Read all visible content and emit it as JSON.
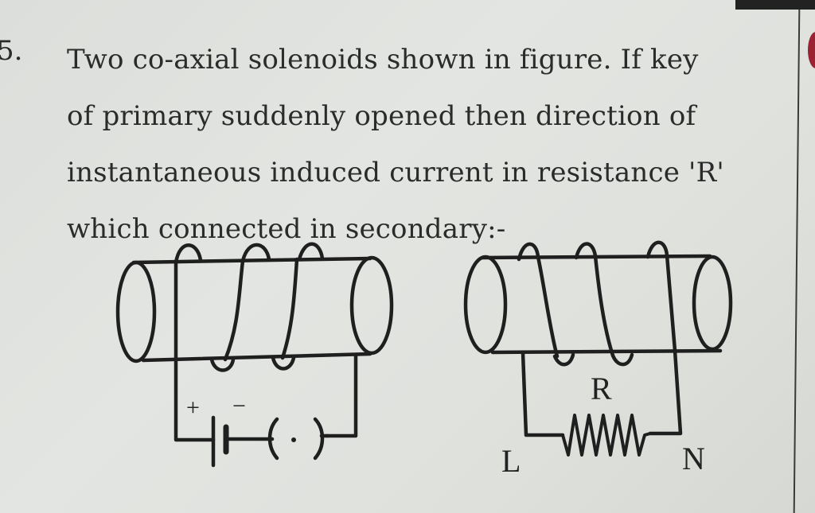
{
  "question": {
    "number": "5.",
    "lines": [
      "Two co-axial solenoids shown in figure. If key",
      "of primary suddenly opened then direction of",
      "instantaneous induced current in resistance 'R'",
      "which connected in secondary:-"
    ]
  },
  "figure": {
    "primary": {
      "battery_plus": "+",
      "battery_minus": "−",
      "key_symbol": "(·)"
    },
    "secondary": {
      "resistor_label": "R",
      "left_terminal": "L",
      "right_terminal": "N"
    }
  },
  "colors": {
    "paper": "#e0e2df",
    "ink": "#222222"
  }
}
